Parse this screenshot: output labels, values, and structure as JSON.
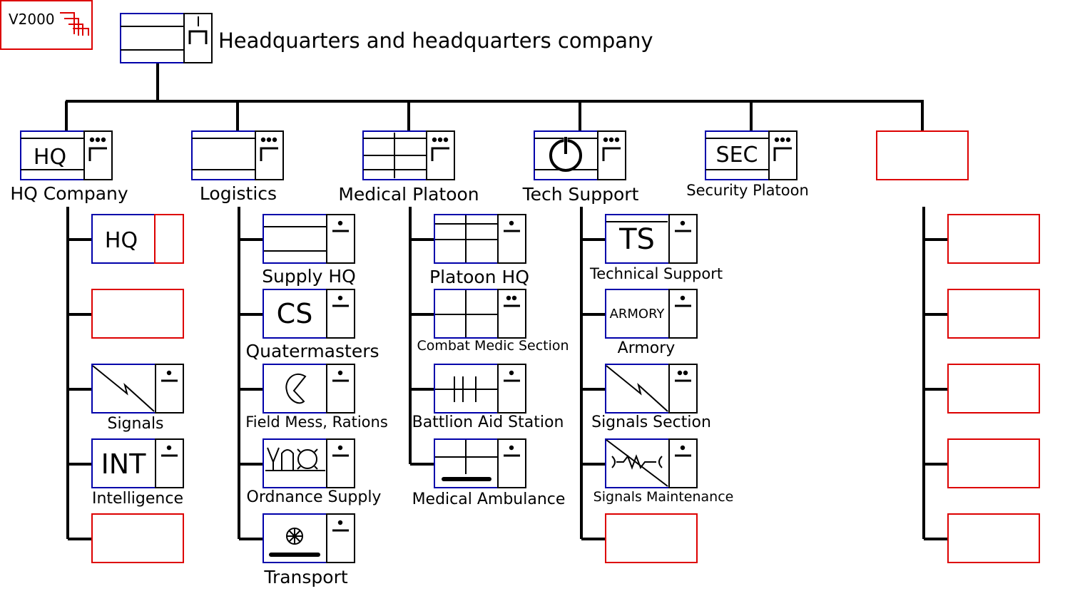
{
  "version_badge": "V2000",
  "title": "Headquarters and headquarters company",
  "units": {
    "hq_company": {
      "label": "HQ Company",
      "symbol_text": "HQ",
      "echelon": "company"
    },
    "logistics": {
      "label": "Logistics",
      "echelon": "company"
    },
    "medical_platoon": {
      "label": "Medical Platoon",
      "echelon": "company"
    },
    "tech_support": {
      "label": "Tech Support",
      "echelon": "company"
    },
    "security_platoon": {
      "label": "Security Platoon",
      "symbol_text": "SEC",
      "echelon": "company"
    }
  },
  "subunits": {
    "hq_section": {
      "symbol_text": "HQ"
    },
    "signals": {
      "label": "Signals",
      "echelon": "section"
    },
    "intelligence": {
      "label": "Intelligence",
      "symbol_text": "INT",
      "echelon": "section"
    },
    "supply_hq": {
      "label": "Supply HQ",
      "echelon": "section"
    },
    "quartermasters": {
      "label": "Quatermasters",
      "symbol_text": "CS",
      "echelon": "section"
    },
    "field_mess": {
      "label": "Field Mess, Rations",
      "echelon": "section"
    },
    "ordnance_supply": {
      "label": "Ordnance Supply",
      "echelon": "section"
    },
    "transport": {
      "label": "Transport",
      "echelon": "section"
    },
    "platoon_hq": {
      "label": "Platoon HQ",
      "echelon": "section"
    },
    "combat_medic": {
      "label": "Combat Medic Section",
      "echelon": "squad"
    },
    "aid_station": {
      "label": "Battlion Aid Station",
      "echelon": "section"
    },
    "medical_ambulance": {
      "label": "Medical Ambulance",
      "echelon": "section"
    },
    "technical_support": {
      "label": "Technical Support",
      "symbol_text": "TS",
      "echelon": "section"
    },
    "armory": {
      "label": "Armory",
      "symbol_text": "ARMORY",
      "echelon": "section"
    },
    "signals_section": {
      "label": "Signals Section",
      "echelon": "squad"
    },
    "signals_maintenance": {
      "label": "Signals Maintenance",
      "echelon": "section"
    }
  },
  "colors": {
    "frame_blue": "#0000aa",
    "placeholder_red": "#dd0000",
    "line": "#000000"
  }
}
